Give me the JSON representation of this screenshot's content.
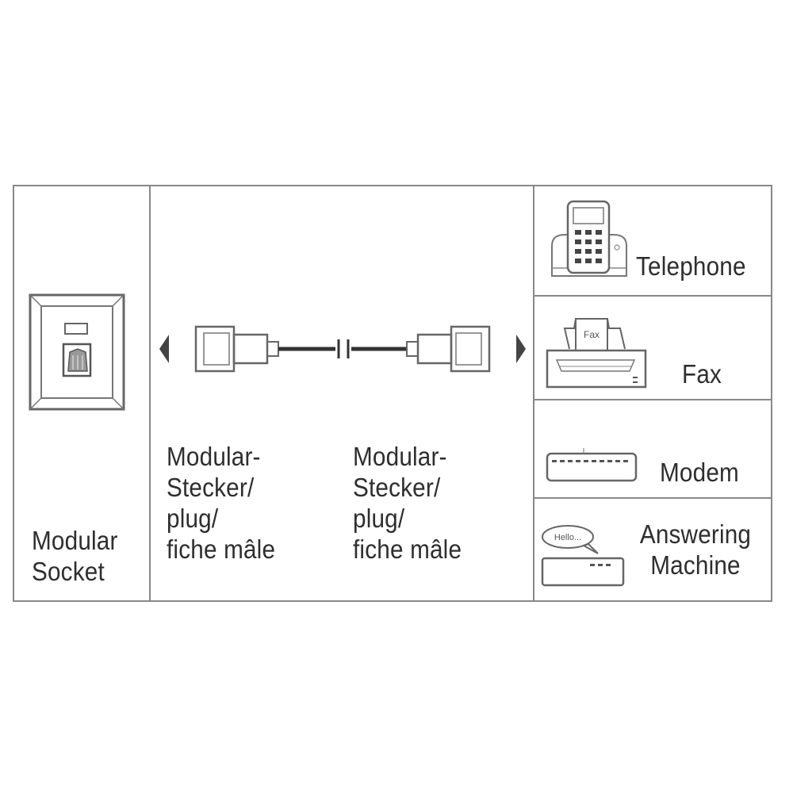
{
  "socket": {
    "label_lines": [
      "Modular",
      "Socket"
    ]
  },
  "cable": {
    "left_plug_lines": [
      "Modular-",
      "Stecker/",
      "plug/",
      "fiche mâle"
    ],
    "right_plug_lines": [
      "Modular-",
      "Stecker/",
      "plug/",
      "fiche mâle"
    ]
  },
  "devices": {
    "telephone": {
      "label": "Telephone"
    },
    "fax": {
      "label": "Fax",
      "screen_text": "Fax"
    },
    "modem": {
      "label": "Modem"
    },
    "answering_machine": {
      "label_lines": [
        "Answering",
        "Machine"
      ],
      "bubble_text": "Hello..."
    }
  }
}
